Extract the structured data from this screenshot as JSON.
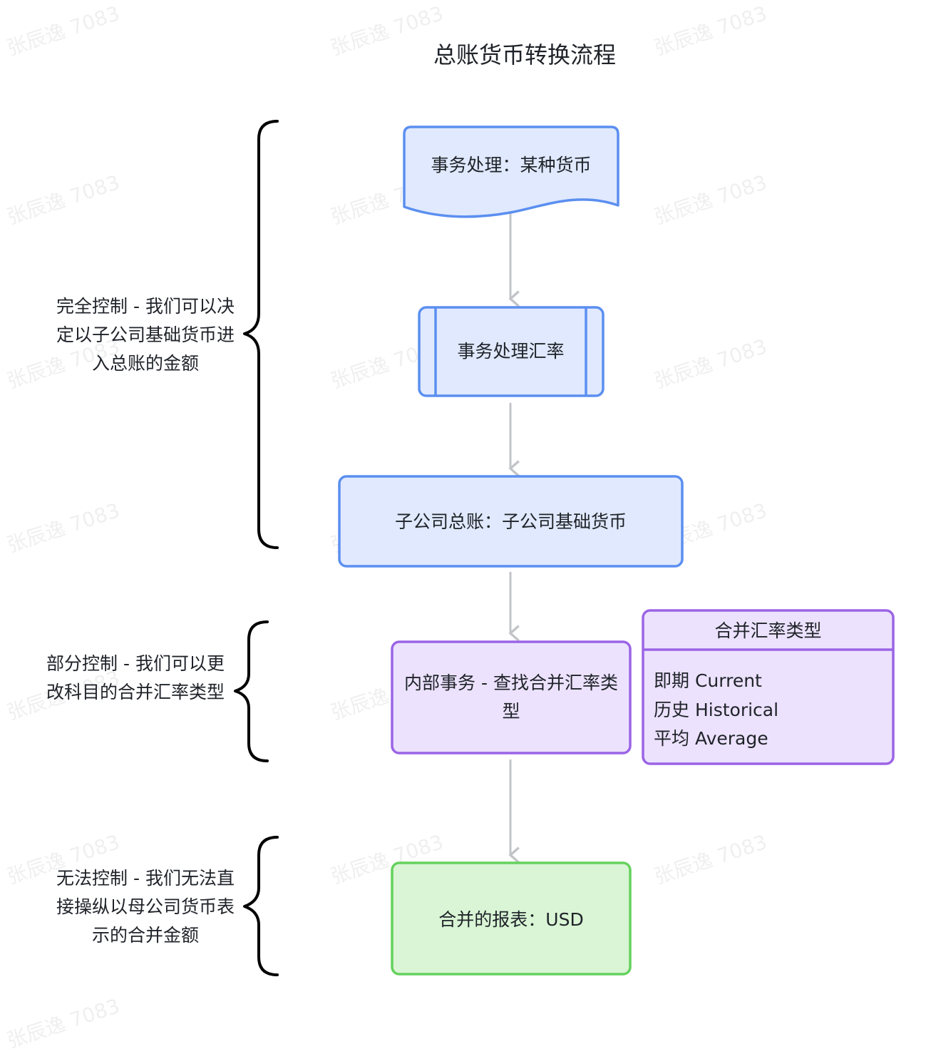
{
  "title": "总账货币转换流程",
  "watermark": "张辰逸 7083",
  "colors": {
    "blue_fill": "#e0e9fd",
    "blue_stroke": "#5b8ff0",
    "purple_fill": "#ece2fd",
    "purple_stroke": "#9b64e6",
    "green_fill": "#d9f5d5",
    "green_stroke": "#65d15e",
    "arrow": "#c2c4c8",
    "brace": "#000000"
  },
  "nodes": {
    "transaction": "事务处理：某种货币",
    "transaction_rate": "事务处理汇率",
    "subsidiary_ledger": "子公司总账：子公司基础货币",
    "intercompany": "内部事务 - 查找合并汇率类型",
    "consolidated": "合并的报表：USD"
  },
  "rate_types": {
    "title": "合并汇率类型",
    "items": [
      "即期 Current",
      "历史 Historical",
      "平均 Average"
    ]
  },
  "annotations": {
    "full_control": "完全控制 - 我们可以决定以子公司基础货币进入总账的金额",
    "partial_control": "部分控制 - 我们可以更改科目的合并汇率类型",
    "no_control": "无法控制 - 我们无法直接操纵以母公司货币表示的合并金额"
  }
}
